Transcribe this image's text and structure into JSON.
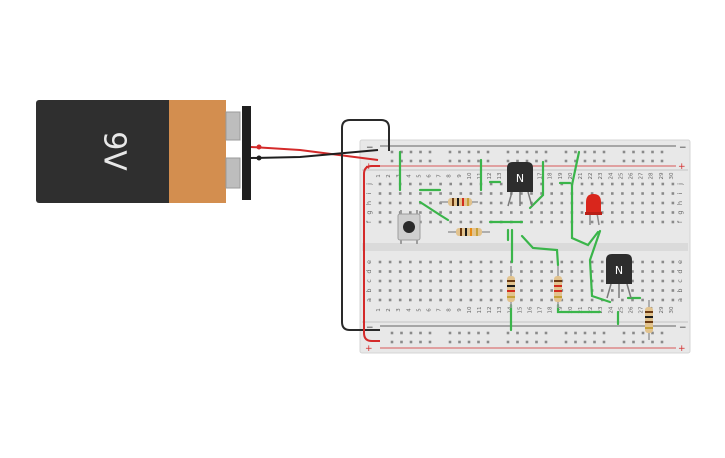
{
  "battery": {
    "label": "9V"
  },
  "breadboard": {
    "column_numbers": [
      "1",
      "2",
      "3",
      "4",
      "5",
      "6",
      "7",
      "8",
      "9",
      "10",
      "11",
      "12",
      "13",
      "14",
      "15",
      "16",
      "17",
      "18",
      "19",
      "20",
      "21",
      "22",
      "23",
      "24",
      "25",
      "26",
      "27",
      "28",
      "29",
      "30"
    ],
    "row_letters_top": [
      "j",
      "i",
      "h",
      "g",
      "f"
    ],
    "row_letters_bottom": [
      "e",
      "d",
      "c",
      "b",
      "a"
    ],
    "rail_minus": "−",
    "rail_plus": "+"
  },
  "transistors": [
    {
      "label": "N"
    },
    {
      "label": "N"
    }
  ],
  "colors": {
    "battery_body": "#2f2f2f",
    "battery_label": "#d38e4f",
    "board": "#e8e8e8",
    "hole": "#8a8a8a",
    "wire_green": "#3ab54a",
    "wire_red": "#d42a2a",
    "wire_black": "#2a2a2a",
    "led": "#d9261c"
  }
}
